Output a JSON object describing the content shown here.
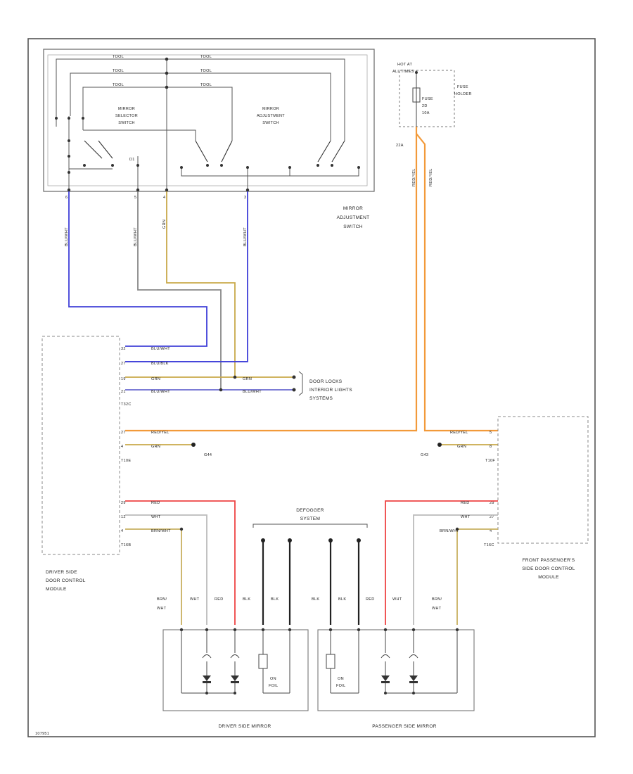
{
  "mirror_adjustment_switch": {
    "selector_label": [
      "MIRROR",
      "SELECTOR",
      "SWITCH"
    ],
    "adjustment_label": [
      "MIRROR",
      "ADJUSTMENT",
      "SWITCH"
    ],
    "component_label": [
      "MIRROR",
      "ADJUSTMENT",
      "SWITCH"
    ],
    "internal_wire_labels": [
      "TOOL",
      "TOOL",
      "TOOL",
      "TOOL",
      "TOOL",
      "TOOL"
    ],
    "pin_labels": [
      "6",
      "5",
      "4",
      "3"
    ],
    "lamp_label": "D1"
  },
  "fuse_holder": {
    "hot_label": [
      "HOT AT",
      "ALL TIMES"
    ],
    "fuse_label": [
      "FUSE",
      "2D",
      "10A"
    ],
    "holder_label": [
      "FUSE",
      "HOLDER"
    ],
    "connector_label": "22A"
  },
  "wire_labels": {
    "vertical_left": [
      "BLU/WHT",
      "BLU/WHT",
      "GRN",
      "BLU/WHT"
    ],
    "vertical_right": [
      "RED/YEL",
      "RED/YEL"
    ],
    "to_driver_module": [
      "BLU/WHT",
      "BLU/BLK",
      "GRN",
      "BLU/WHT"
    ],
    "to_door_locks": [
      "GRN",
      "BLU/WHT"
    ],
    "red_yel_left": "RED/YEL",
    "red_yel_right": "RED/YEL",
    "grn_left": "GRN",
    "grn_right": "GRN",
    "ground_left": "G44",
    "ground_right": "G43",
    "mirror_left_wires": [
      "RED",
      "WHT",
      "BRN/WHT"
    ],
    "mirror_right_wires": [
      "RED",
      "WHT",
      "BRN/WHT"
    ],
    "driver_mirror_vertical": [
      "BRN/",
      "WHT",
      "RED",
      "BLK",
      "BLK"
    ],
    "passenger_mirror_vertical": [
      "BLK",
      "BLK",
      "RED",
      "WHT",
      "BRN/"
    ],
    "driver_mirror_vertical_2": "WHT",
    "passenger_mirror_vertical_2": "WHT"
  },
  "door_locks_label": [
    "DOOR LOCKS",
    "INTERIOR LIGHTS",
    "SYSTEMS"
  ],
  "defogger_label": [
    "DEFOGGER",
    "SYSTEM"
  ],
  "driver_module": {
    "label": [
      "DRIVER SIDE",
      "DOOR CONTROL",
      "MODULE"
    ],
    "pins_top": [
      "32",
      "27",
      "19",
      "21"
    ],
    "pins_mid": [
      "27",
      "4"
    ],
    "pins_bottom": [
      "29",
      "12",
      "4"
    ],
    "connector_top": "T32C",
    "connector_mid": "T10E",
    "connector_bottom": "T16B"
  },
  "passenger_module": {
    "label": [
      "FRONT PASSENGER'S",
      "SIDE DOOR CONTROL",
      "MODULE"
    ],
    "pins_mid": [
      "5",
      "8"
    ],
    "pins_bottom": [
      "29",
      "27",
      "4"
    ],
    "connector_mid": "T10F",
    "connector_bottom": "T16C"
  },
  "mirrors": {
    "driver_label": "DRIVER SIDE MIRROR",
    "passenger_label": "PASSENGER SIDE MIRROR",
    "heater_label": [
      "ON",
      "FOIL"
    ]
  },
  "diagram_id": "107951",
  "colors": {
    "blue": "#4040d8",
    "gray": "#7a7a7a",
    "yellow": "#c9a94a",
    "orange": "#f29a3a",
    "red": "#ee4444",
    "black": "#222222",
    "white_wire": "#bbbbbb",
    "tan": "#c8b060",
    "frame": "#555555"
  }
}
